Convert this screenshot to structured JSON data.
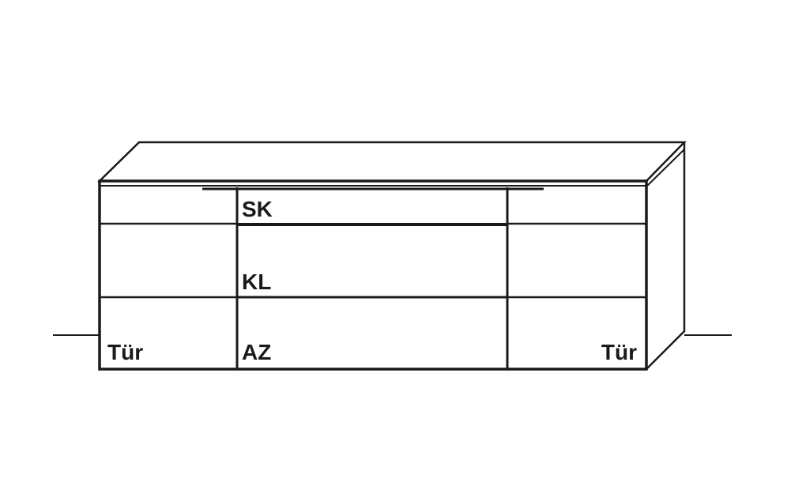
{
  "labels": {
    "left_door": "Tür",
    "right_door": "Tür",
    "top_drawer": "SK",
    "middle_drawer": "KL",
    "bottom_drawer": "AZ"
  },
  "colors": {
    "line": "#1a1a1a",
    "background": "#ffffff"
  }
}
